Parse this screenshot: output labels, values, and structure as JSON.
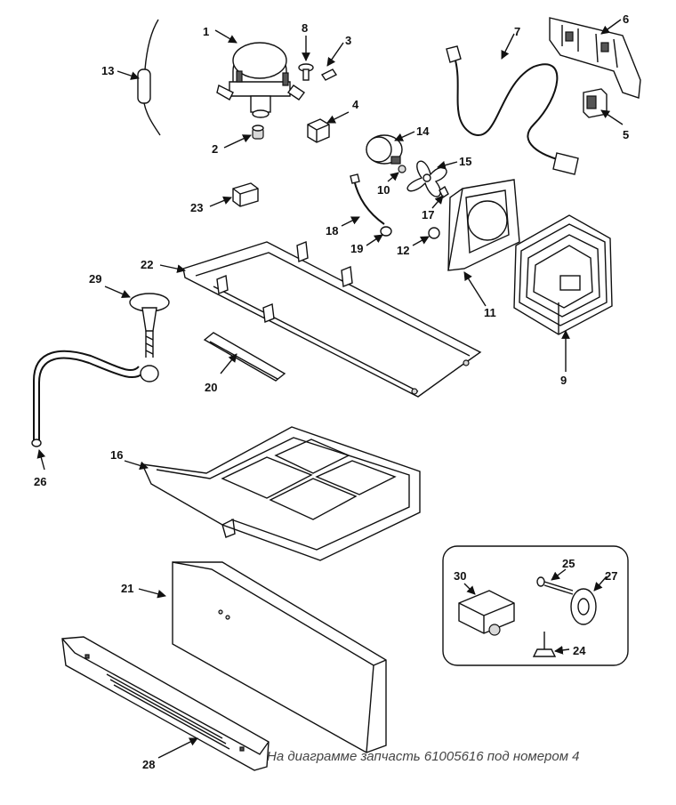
{
  "caption": "На диаграмме запчасть 61005616 под номером 4",
  "callouts": [
    {
      "id": "p1",
      "label": "1"
    },
    {
      "id": "p2",
      "label": "2"
    },
    {
      "id": "p3",
      "label": "3"
    },
    {
      "id": "p4",
      "label": "4"
    },
    {
      "id": "p5",
      "label": "5"
    },
    {
      "id": "p6",
      "label": "6"
    },
    {
      "id": "p7",
      "label": "7"
    },
    {
      "id": "p8",
      "label": "8"
    },
    {
      "id": "p9",
      "label": "9"
    },
    {
      "id": "p10",
      "label": "10"
    },
    {
      "id": "p11",
      "label": "11"
    },
    {
      "id": "p12",
      "label": "12"
    },
    {
      "id": "p13",
      "label": "13"
    },
    {
      "id": "p14",
      "label": "14"
    },
    {
      "id": "p15",
      "label": "15"
    },
    {
      "id": "p16",
      "label": "16"
    },
    {
      "id": "p17",
      "label": "17"
    },
    {
      "id": "p18",
      "label": "18"
    },
    {
      "id": "p19",
      "label": "19"
    },
    {
      "id": "p20",
      "label": "20"
    },
    {
      "id": "p21",
      "label": "21"
    },
    {
      "id": "p22",
      "label": "22"
    },
    {
      "id": "p23",
      "label": "23"
    },
    {
      "id": "p24",
      "label": "24"
    },
    {
      "id": "p25",
      "label": "25"
    },
    {
      "id": "p26",
      "label": "26"
    },
    {
      "id": "p27",
      "label": "27"
    },
    {
      "id": "p28",
      "label": "28"
    },
    {
      "id": "p29",
      "label": "29"
    },
    {
      "id": "p30",
      "label": "30"
    }
  ]
}
